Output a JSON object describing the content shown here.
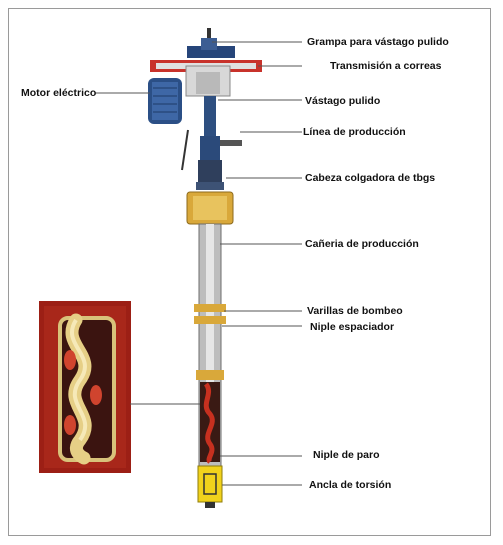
{
  "labels": {
    "grampa": "Grampa para vástago pulido",
    "transmision": "Transmisión a correas",
    "motor": "Motor eléctrico",
    "vastago": "Vástago pulido",
    "linea": "Línea de producción",
    "cabeza": "Cabeza colgadora de tbgs",
    "caneria": "Cañeria de producción",
    "varillas": "Varillas de bombeo",
    "niple_espaciador": "Niple espaciador",
    "niple_paro": "Niple de paro",
    "ancla": "Ancla de torsión"
  },
  "colors": {
    "motor_blue": "#2b4f86",
    "frame_red": "#c8322b",
    "brass": "#d9a83a",
    "stator_red": "#b0281c",
    "torsion_yellow": "#f1d21c",
    "line": "#555555"
  }
}
